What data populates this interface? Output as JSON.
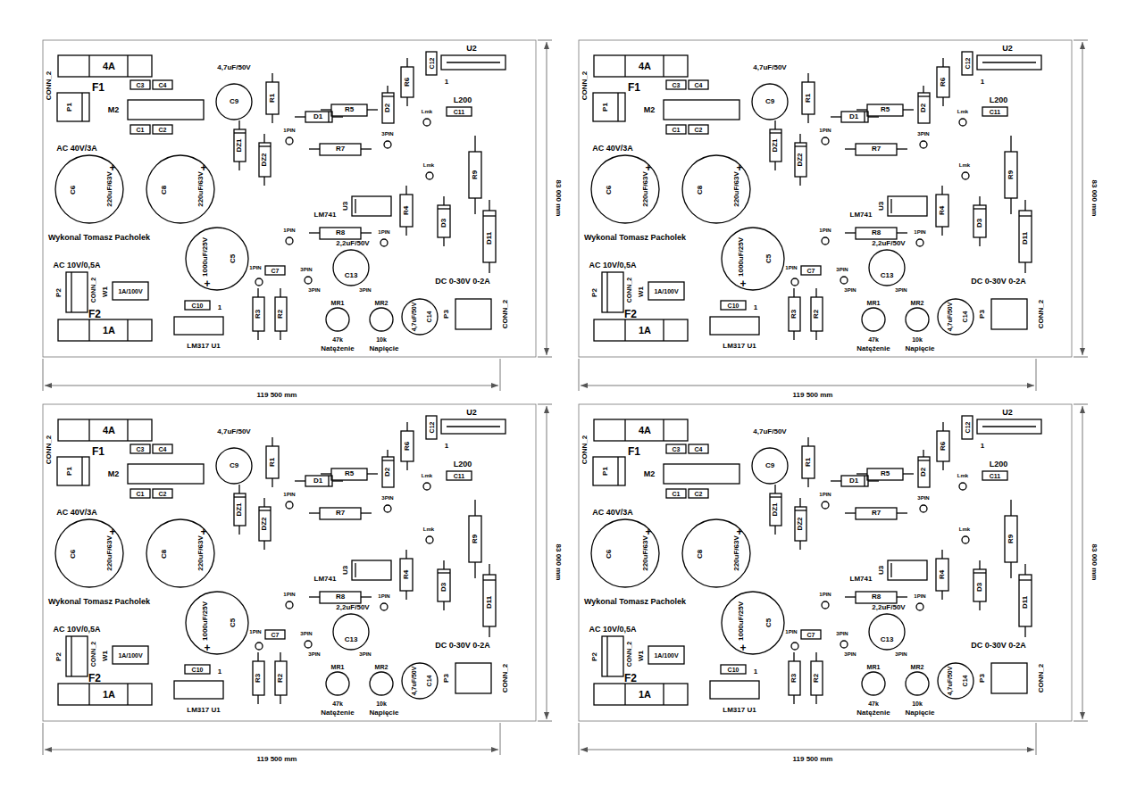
{
  "diagram": {
    "labels": [
      "4A",
      "F1",
      "C3",
      "C4",
      "4,7uF/50V",
      "C9",
      "R1",
      "D1",
      "R6",
      "C12",
      "U2",
      "1",
      "L200",
      "CONN_2",
      "P1",
      "M2",
      "C1",
      "C2",
      "R5",
      "D2",
      "Lmk",
      "C11",
      "AC 40V/3A",
      "DZ1",
      "DZ2",
      "1PIN",
      "3PIN",
      "R7",
      "Lmk",
      "C6",
      "220uF/63V",
      "+",
      "C8",
      "220uF/63V",
      "+",
      "LM741",
      "U3",
      "R4",
      "D3",
      "R9",
      "D11",
      "Wykonal Tomasz Pacholek",
      "1PIN",
      "R8",
      "1PIN",
      "1000uF/25V",
      "C5",
      "+",
      "AC 10V/0,5A",
      "2,2uF/50V",
      "C13",
      "1PIN",
      "C7",
      "3PIN",
      "DC 0-30V 0-2A",
      "P2",
      "CONN_2",
      "W1",
      "1A/100V",
      "F2",
      "C10",
      "1",
      "1A",
      "LM317 U1",
      "R3",
      "R2",
      "3PIN",
      "3PIN",
      "MR1",
      "MR2",
      "4,7uF/50V",
      "C14",
      "P3",
      "CONN_2",
      "47k",
      "10k",
      "Natężenie",
      "Napięcie",
      "119 500 mm",
      "83 000 mm",
      "4A",
      "F1",
      "C3",
      "C4",
      "4,7uF/50V",
      "C9",
      "R1",
      "D1",
      "R6",
      "C12",
      "U2",
      "1",
      "L200",
      "CONN_2",
      "P1",
      "M2",
      "C1",
      "C2",
      "R5",
      "D2",
      "Lmk",
      "C11",
      "AC 40V/3A",
      "DZ1",
      "DZ2",
      "1PIN",
      "3PIN",
      "R7",
      "Lmk",
      "C6",
      "220uF/63V",
      "+",
      "C8",
      "220uF/63V",
      "+",
      "LM741",
      "U3",
      "R4",
      "D3",
      "R9",
      "D11",
      "Wykonal Tomasz Pacholek",
      "1PIN",
      "R8",
      "1PIN",
      "1000uF/25V",
      "C5",
      "+",
      "AC 10V/0,5A",
      "2,2uF/50V",
      "C13",
      "1PIN",
      "C7",
      "3PIN",
      "DC 0-30V 0-2A",
      "P2",
      "CONN_2",
      "W1",
      "1A/100V",
      "F2",
      "C10",
      "1",
      "1A",
      "LM317 U1",
      "R3",
      "R2",
      "3PIN",
      "3PIN",
      "MR1",
      "MR2",
      "4,7uF/50V",
      "C14",
      "P3",
      "CONN_2",
      "47k",
      "10k",
      "Natężenie",
      "Napięcie",
      "119 500 mm",
      "83 000 mm",
      "4A",
      "F1",
      "C3",
      "C4",
      "4,7uF/50V",
      "C9",
      "R1",
      "D1",
      "R6",
      "C12",
      "U2",
      "1",
      "L200",
      "CONN_2",
      "P1",
      "M2",
      "C1",
      "C2",
      "R5",
      "D2",
      "Lmk",
      "C11",
      "AC 40V/3A",
      "DZ1",
      "DZ2",
      "1PIN",
      "3PIN",
      "R7",
      "Lmk",
      "C6",
      "220uF/63V",
      "+",
      "C8",
      "220uF/63V",
      "+",
      "LM741",
      "U3",
      "R4",
      "D3",
      "R9",
      "D11",
      "Wykonal Tomasz Pacholek",
      "1PIN",
      "R8",
      "1PIN",
      "1000uF/25V",
      "C5",
      "+",
      "AC 10V/0,5A",
      "2,2uF/50V",
      "C13",
      "1PIN",
      "C7",
      "3PIN",
      "DC 0-30V 0-2A",
      "P2",
      "CONN_2",
      "W1",
      "1A/100V",
      "F2",
      "C10",
      "1",
      "1A",
      "LM317 U1",
      "R3",
      "R2",
      "3PIN",
      "3PIN",
      "MR1",
      "MR2",
      "4,7uF/50V",
      "C14",
      "P3",
      "CONN_2",
      "47k",
      "10k",
      "Natężenie",
      "Napięcie",
      "119 500 mm",
      "83 000 mm",
      "4A",
      "F1",
      "C3",
      "C4",
      "4,7uF/50V",
      "C9",
      "R1",
      "D1",
      "R6",
      "C12",
      "U2",
      "1",
      "L200",
      "CONN_2",
      "P1",
      "M2",
      "C1",
      "C2",
      "R5",
      "D2",
      "Lmk",
      "C11",
      "AC 40V/3A",
      "DZ1",
      "DZ2",
      "1PIN",
      "3PIN",
      "R7",
      "Lmk",
      "C6",
      "220uF/63V",
      "+",
      "C8",
      "220uF/63V",
      "+",
      "LM741",
      "U3",
      "R4",
      "D3",
      "R9",
      "D11",
      "Wykonal Tomasz Pacholek",
      "1PIN",
      "R8",
      "1PIN",
      "1000uF/25V",
      "C5",
      "+",
      "AC 10V/0,5A",
      "2,2uF/50V",
      "C13",
      "1PIN",
      "C7",
      "3PIN",
      "DC 0-30V 0-2A",
      "P2",
      "CONN_2",
      "W1",
      "1A/100V",
      "F2",
      "C10",
      "1",
      "1A",
      "LM317 U1",
      "R3",
      "R2",
      "3PIN",
      "3PIN",
      "MR1",
      "MR2",
      "4,7uF/50V",
      "C14",
      "P3",
      "CONN_2",
      "47k",
      "10k",
      "Natężenie",
      "Napięcie",
      "119 500 mm",
      "83 000 mm"
    ]
  }
}
